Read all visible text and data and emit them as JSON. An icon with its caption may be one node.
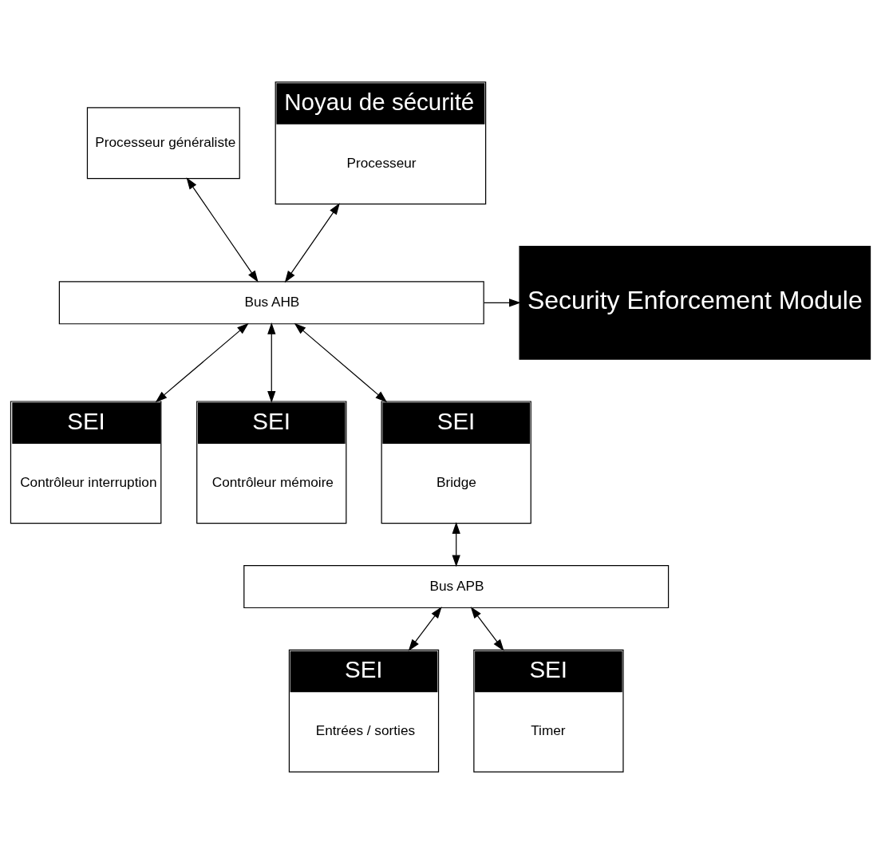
{
  "diagram": {
    "nodes": [
      {
        "text": [
          "Processeur généraliste"
        ]
      },
      {
        "text": [
          "Noyau de sécurité",
          "Processeur"
        ]
      },
      {
        "text": [
          "Security Enforcement Module"
        ]
      },
      {
        "text": [
          "Bus AHB"
        ]
      },
      {
        "text": [
          "SEI",
          "Contrôleur interruption"
        ]
      },
      {
        "text": [
          "SEI",
          "Contrôleur mémoire"
        ]
      },
      {
        "text": [
          "SEI",
          "Bridge"
        ]
      },
      {
        "text": [
          "Bus APB"
        ]
      },
      {
        "text": [
          "SEI",
          "Entrées / sorties"
        ]
      },
      {
        "text": [
          "SEI",
          "Timer"
        ]
      }
    ],
    "edges": [
      {
        "from": 0,
        "to": 3,
        "arrow": "both"
      },
      {
        "from": 1,
        "to": 3,
        "arrow": "both"
      },
      {
        "from": 3,
        "to": 2,
        "arrow": "to"
      },
      {
        "from": 3,
        "to": 4,
        "arrow": "both"
      },
      {
        "from": 3,
        "to": 5,
        "arrow": "both"
      },
      {
        "from": 3,
        "to": 6,
        "arrow": "both"
      },
      {
        "from": 6,
        "to": 7,
        "arrow": "both"
      },
      {
        "from": 7,
        "to": 8,
        "arrow": "both"
      },
      {
        "from": 7,
        "to": 9,
        "arrow": "both"
      }
    ]
  }
}
